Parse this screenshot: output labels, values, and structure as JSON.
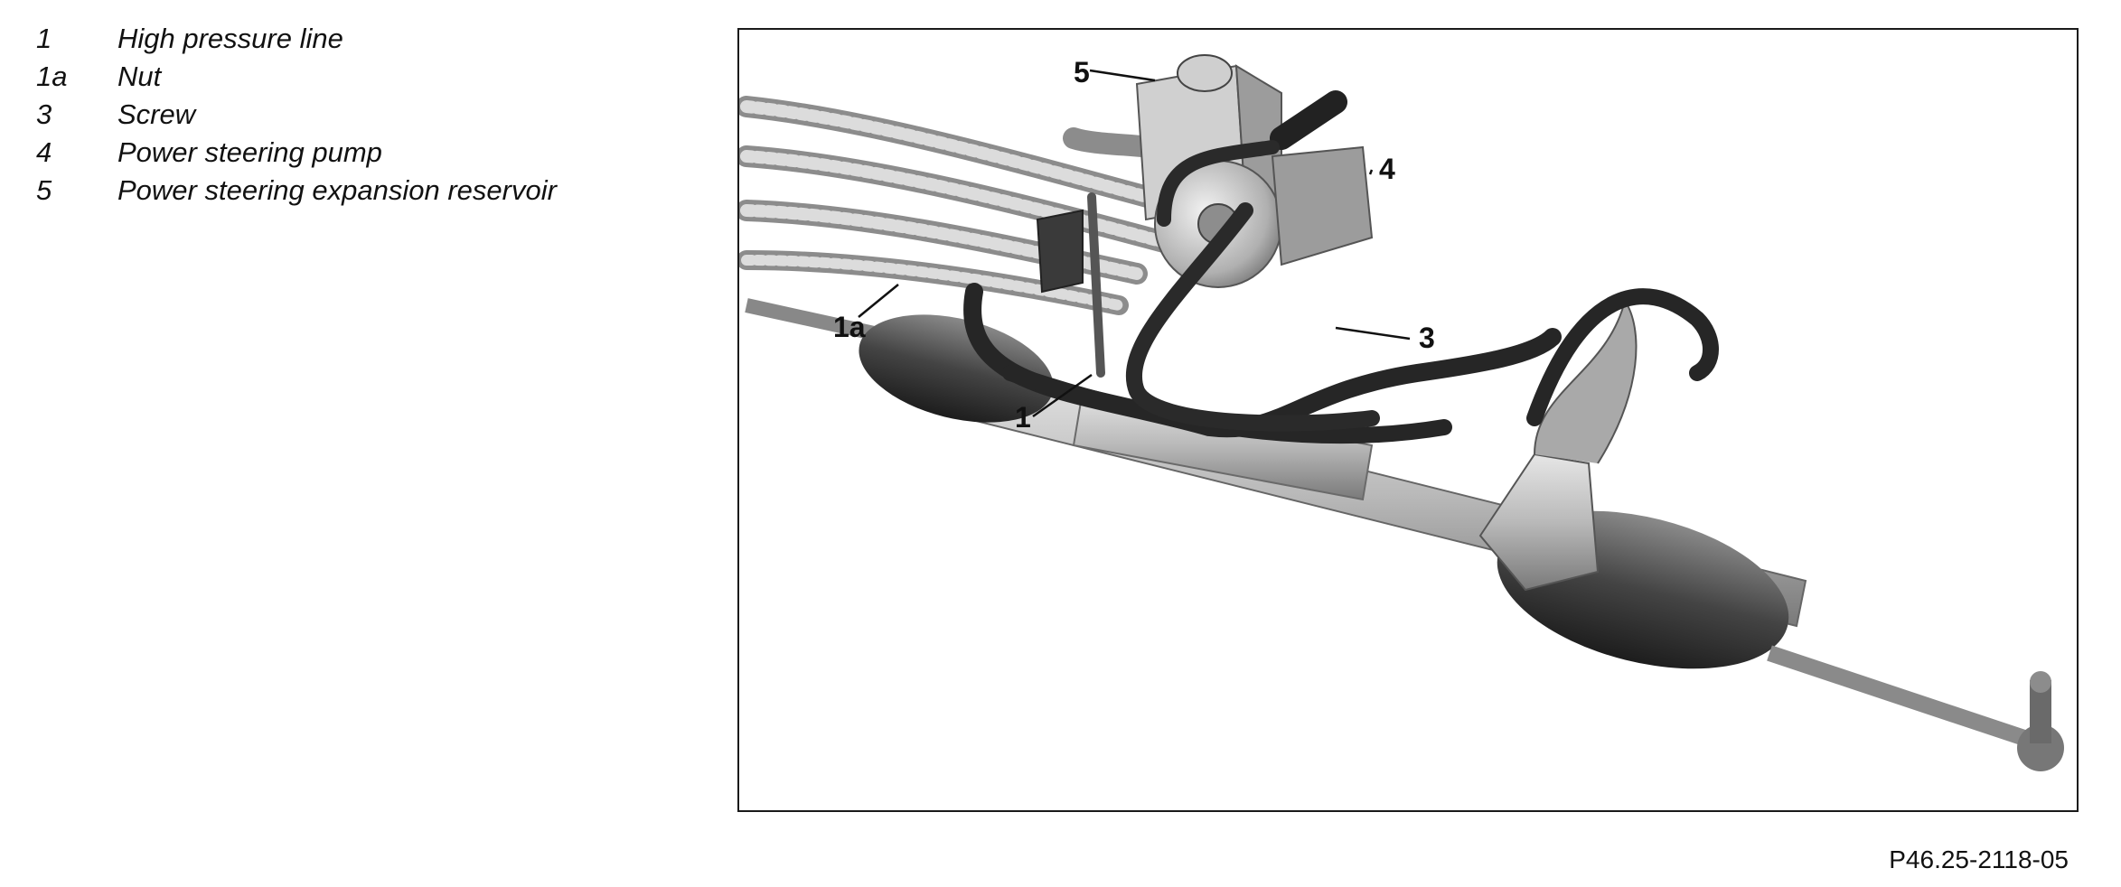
{
  "legend": [
    {
      "num": "1",
      "text": "High pressure line"
    },
    {
      "num": "1a",
      "text": "Nut"
    },
    {
      "num": "3",
      "text": "Screw"
    },
    {
      "num": "4",
      "text": "Power steering pump"
    },
    {
      "num": "5",
      "text": "Power steering expansion reservoir"
    }
  ],
  "callouts": {
    "c5": "5",
    "c4": "4",
    "c1a": "1a",
    "c3": "3",
    "c1": "1"
  },
  "figure_code": "P46.25-2118-05"
}
